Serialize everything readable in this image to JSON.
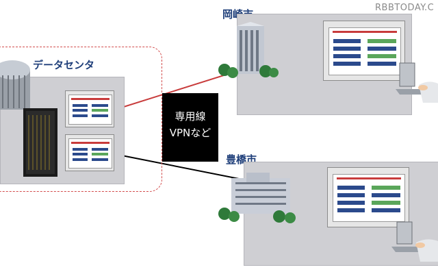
{
  "datacenter": {
    "label": "データセンタ"
  },
  "network": {
    "line1": "専用線",
    "line2": "VPNなど"
  },
  "okazaki": {
    "label": "岡崎市"
  },
  "toyohashi": {
    "label": "豊橋市"
  },
  "watermark": "RBBTODAY.C",
  "colors": {
    "accent_red": "#c83b3b",
    "link_black": "#000000",
    "label_blue": "#1f3f7a",
    "panel_gray": "#cfcfd3"
  }
}
